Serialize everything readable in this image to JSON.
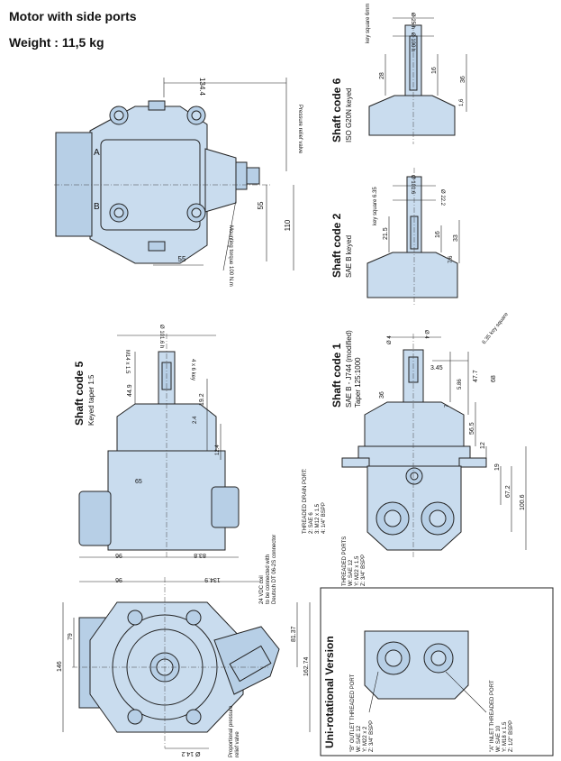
{
  "header": {
    "title": "Motor with side ports",
    "weight": "Weight : 11,5 kg"
  },
  "shaft_code_6": {
    "heading": "Shaft code 6",
    "desc": "ISO G20N keyed",
    "dims": [
      "Ø 25 h",
      "Ø 100 h",
      "key square 6mm",
      "16",
      "28",
      "36",
      "1,6"
    ]
  },
  "shaft_code_2": {
    "heading": "Shaft code 2",
    "desc": "SAE B keyed",
    "dims": [
      "Ø 22.2",
      "Ø 101.6",
      "key square 6.35",
      "21.5",
      "16",
      "33",
      "7.6"
    ]
  },
  "shaft_code_1": {
    "heading": "Shaft code 1",
    "desc": "SAE B - J744 (modified)",
    "desc2": "Taper 125:1000",
    "dims": [
      "Ø 4",
      "3.45",
      "6.35 key square",
      "5.86",
      "47.7",
      "68",
      "36",
      "7",
      "56.5",
      "12",
      "19",
      "67.2",
      "100.6"
    ]
  },
  "shaft_code_5": {
    "heading": "Shaft code 5",
    "desc": "Keyed taper 1:5",
    "dims": [
      "Ø 101.6 h",
      "M14 x 1.5",
      "44.9",
      "4 x 6 key",
      "19.2",
      "2.4",
      "12.4",
      "65",
      "96",
      "83.8"
    ]
  },
  "top_view": {
    "dims": [
      "134.4",
      "110",
      "55",
      "55"
    ],
    "port_a": "A",
    "port_b": "B",
    "pressure_relief": "Pressure relief valve",
    "mounting_torque": "Mounting torque 100 N.m"
  },
  "side_view": {
    "drain_port_title": "THREADED DRAIN PORT:",
    "drain_port_lines": [
      "2: SAE 6",
      "3: M12 x 1.5",
      "4: 1/4\" BSPP"
    ],
    "ports_title": "THREADED PORTS",
    "ports_lines": [
      "W: SAE 12",
      "Y: M22 x 1.5",
      "Z: 3/4\" BSPP"
    ]
  },
  "bottom_view": {
    "dims": [
      "96",
      "134.9",
      "79",
      "146",
      "81.37",
      "162.74",
      "Ø 14.2"
    ],
    "coil_note": [
      "24 VDC coil",
      "to be connected with",
      "Deutsch DT 06-2S connector"
    ],
    "prop_valve": [
      "Proportional pressure",
      "relief valve"
    ]
  },
  "uni_rotational": {
    "heading": "Uni-rotational Version",
    "outlet_title": "\"B\" OUTLET THREADED PORT",
    "outlet_lines": [
      "W: SAE 12",
      "Y: M22 x 2",
      "Z: 3/4\" BSPP"
    ],
    "inlet_title": "\"A\" INLET THREADED PORT",
    "inlet_lines": [
      "W: SAE 10",
      "Y: M18 x 1.5",
      "Z: 1/2\" BSPP"
    ]
  }
}
